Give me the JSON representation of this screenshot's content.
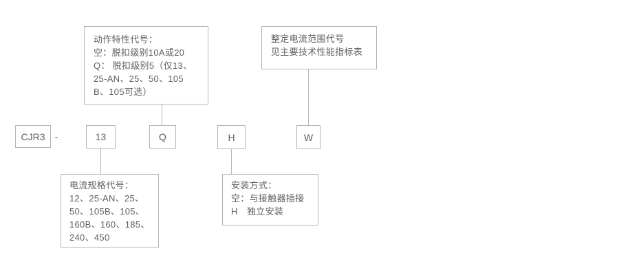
{
  "model_row": {
    "prefix": "CJR3",
    "separator": "-",
    "current_spec_code": "13",
    "action_code": "Q",
    "mounting_code": "H",
    "range_code": "W"
  },
  "callouts": {
    "action": {
      "lines": [
        "动作特性代号：",
        "空：脱扣级别10A或20",
        "Q： 脱扣级别5（仅13、",
        "25-AN、25、50、105",
        "B、105可选）"
      ]
    },
    "range": {
      "lines": [
        "整定电流范围代号",
        "见主要技术性能指标表"
      ]
    },
    "current": {
      "lines": [
        "电流规格代号：",
        "12、25-AN、25、",
        "50、105B、105、",
        "160B、160、185、",
        "240、450"
      ]
    },
    "mounting": {
      "lines": [
        "安装方式：",
        "空：与接触器插接",
        "H　独立安装"
      ]
    }
  },
  "colors": {
    "border": "#b4b4b4",
    "text": "#5f5f5f",
    "background": "#ffffff"
  }
}
